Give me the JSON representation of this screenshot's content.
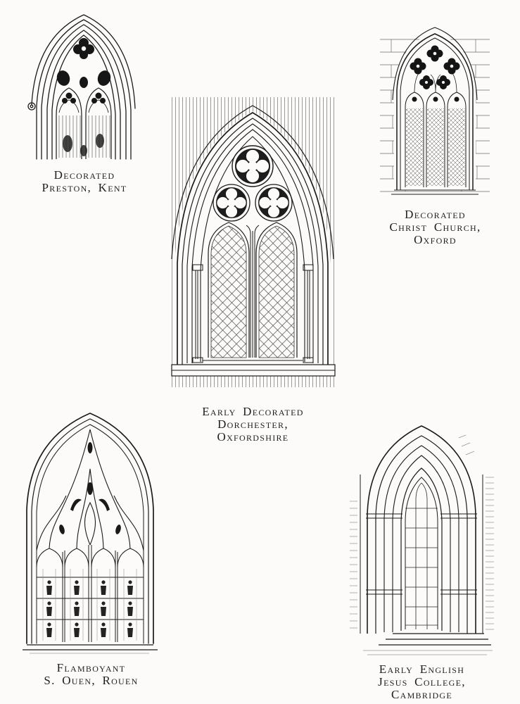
{
  "page": {
    "background": "#fcfbf9",
    "ink": "#1b1b1b"
  },
  "figures": [
    {
      "id": "preston-kent",
      "caption": [
        "Decorated",
        "Preston, Kent"
      ]
    },
    {
      "id": "dorchester-oxfordshire",
      "caption": [
        "Early Decorated",
        "Dorchester,",
        "Oxfordshire"
      ]
    },
    {
      "id": "christ-church-oxford",
      "caption": [
        "Decorated",
        "Christ Church,",
        "Oxford"
      ]
    },
    {
      "id": "s-ouen-rouen",
      "caption": [
        "Flamboyant",
        "S. Ouen, Rouen"
      ]
    },
    {
      "id": "jesus-college-cambridge",
      "caption": [
        "Early English",
        "Jesus College,",
        "Cambridge"
      ]
    }
  ]
}
